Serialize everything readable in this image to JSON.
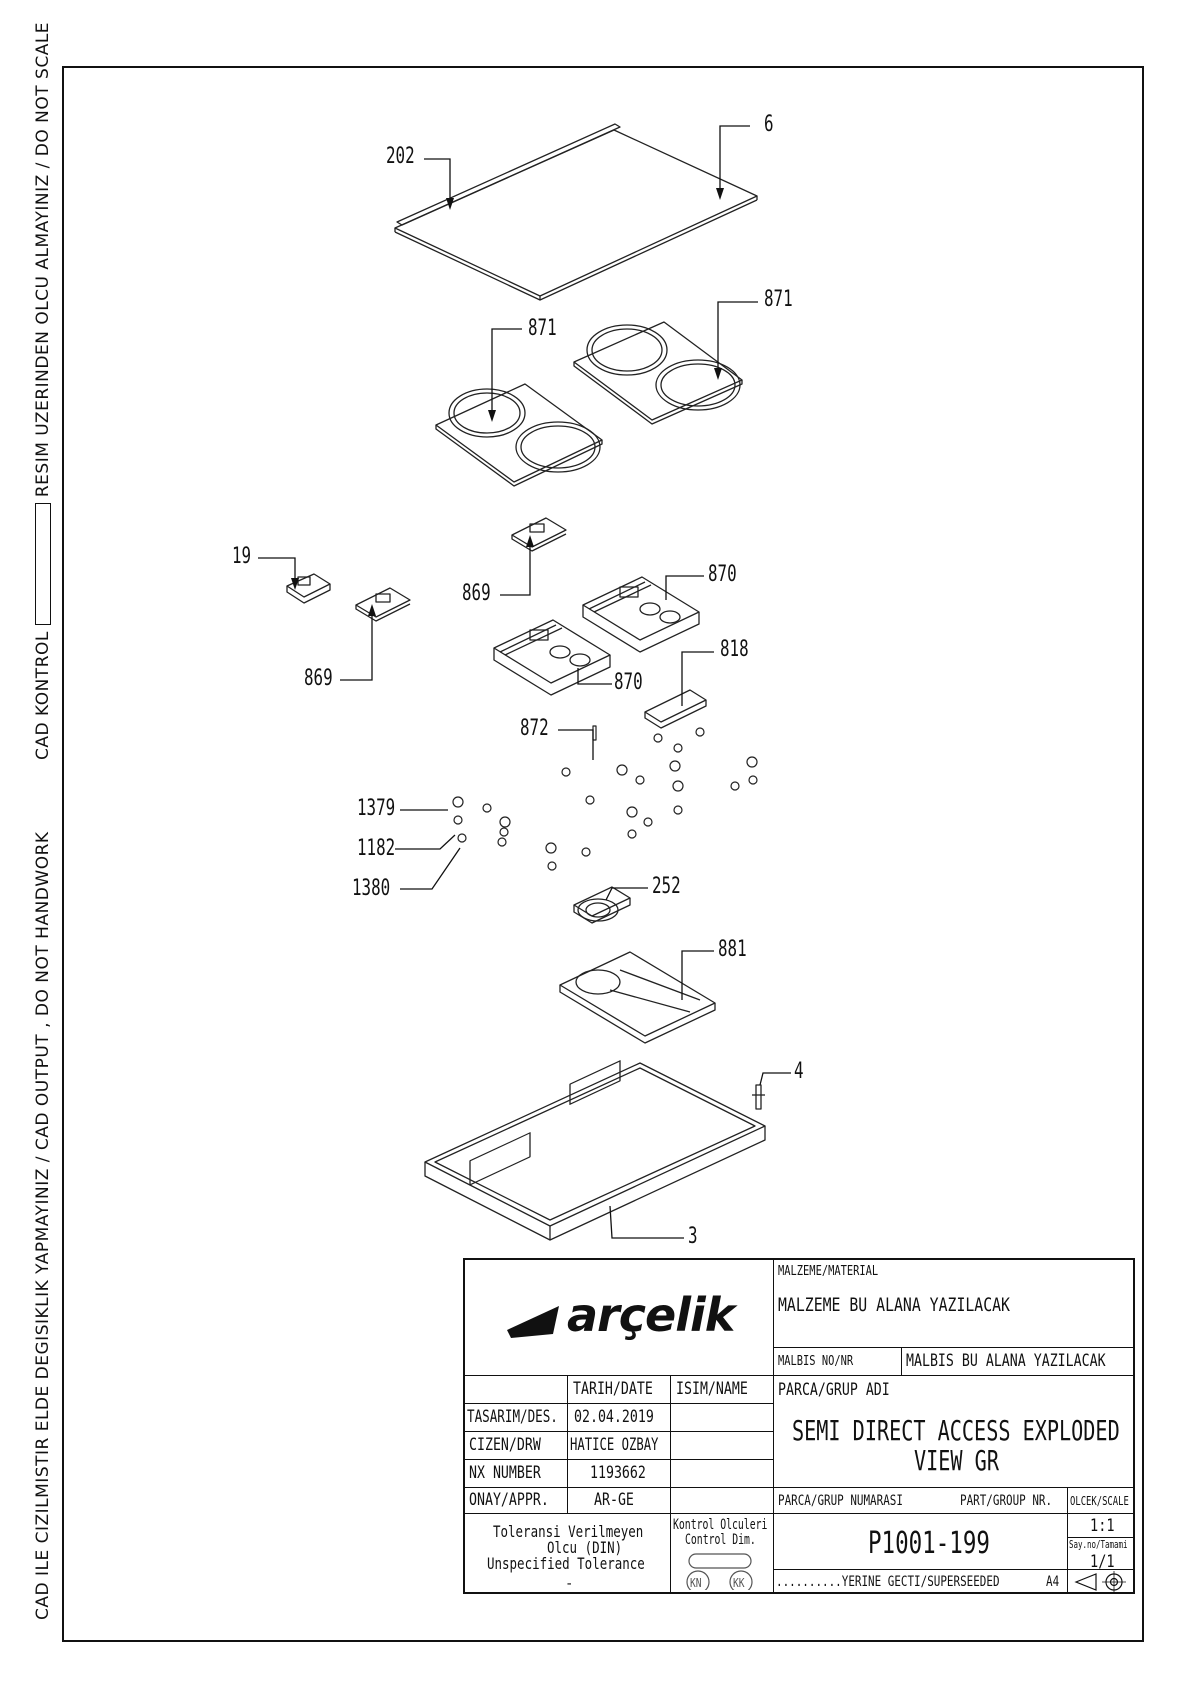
{
  "sidebar": {
    "cad_kontrol": "CAD KONTROL",
    "no_measure": "RESIM UZERINDEN OLCU ALMAYINIZ / DO NOT SCALE",
    "no_handwork": "CAD ILE CIZILMISTIR ELDE DEGISIKLIK YAPMAYINIZ / CAD OUTPUT , DO NOT HANDWORK"
  },
  "callouts": [
    "202",
    "6",
    "871",
    "871",
    "19",
    "869",
    "869",
    "870",
    "870",
    "818",
    "872",
    "1379",
    "1182",
    "1380",
    "252",
    "881",
    "4",
    "3"
  ],
  "title_block": {
    "logo": "arçelik",
    "material_label": "MALZEME/MATERIAL",
    "material_value": "MALZEME BU ALANA YAZILACAK",
    "malbis_label": "MALBIS NO/NR",
    "malbis_value": "MALBIS BU ALANA YAZILACAK",
    "date_header": "TARIH/DATE",
    "name_header": "ISIM/NAME",
    "designer_label": "TASARIM/DES.",
    "designer_date": "02.04.2019",
    "drawn_label": "CIZEN/DRW",
    "drawn_name": "HATICE OZBAY",
    "nx_label": "NX NUMBER",
    "nx_value": "1193662",
    "approval_label": "ONAY/APPR.",
    "approval_value": "AR-GE",
    "part_name_label": "PARCA/GRUP ADI",
    "part_name_line1": "SEMI DIRECT ACCESS EXPLODED",
    "part_name_line2": "VIEW GR",
    "part_number_label": "PARCA/GRUP NUMARASI",
    "part_number_label_en": "PART/GROUP NR.",
    "part_number": "P1001-199",
    "scale_label": "OLCEK/SCALE",
    "scale_value": "1:1",
    "sheet_label": "Say.no/Tamami",
    "sheet_value": "1/1",
    "tolerance_line1": "Toleransi Verilmeyen",
    "tolerance_line2": "Olcu (DIN)",
    "tolerance_line3": "Unspecified Tolerance",
    "tolerance_value": "-",
    "control_line1": "Kontrol Olculeri",
    "control_line2": "Control Dim.",
    "kn": "KN",
    "kk": "KK",
    "superseded": "..........YERINE GECTI/SUPERSEEDED",
    "paper_size": "A4"
  }
}
